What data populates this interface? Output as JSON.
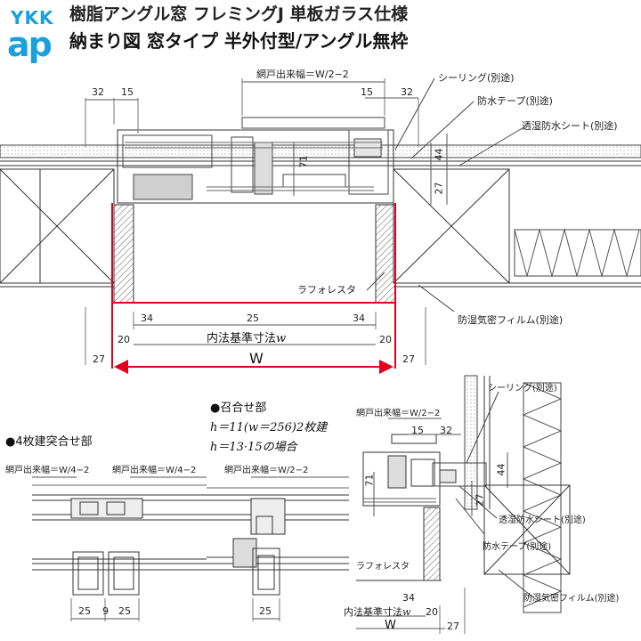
{
  "brand": {
    "logo_top": "YKK",
    "logo_bottom": "ap"
  },
  "header": {
    "line1": "樹脂アングル窓 フレミングJ 単板ガラス仕様",
    "line2": "納まり図 窓タイプ 半外付型/アングル無枠"
  },
  "main_section": {
    "dims_top": {
      "d32_left": "32",
      "d15_left": "15",
      "d15_right": "15",
      "d32_right": "32"
    },
    "screen_width": "網戸出来幅＝W/2−2",
    "dims_side": {
      "d71": "71",
      "d44": "44",
      "d27": "27"
    },
    "labels": {
      "sealing": "シーリング(別途)",
      "waterproof_tape": "防水テープ(別途)",
      "breathable_sheet": "透湿防水シート(別途)",
      "lath_board": "ラフォレスタ",
      "vapor_film": "防湿気密フィルム(別途)"
    },
    "dims_bottom": {
      "d34_left": "34",
      "d25": "25",
      "d34_right": "34",
      "d20_left": "20",
      "d20_right": "20",
      "inner_std": "内法基準寸法",
      "inner_std_var": "w",
      "d27_left": "27",
      "d27_right": "27",
      "W": "W"
    }
  },
  "section_4panel": {
    "title": "●4枚建突合せ部",
    "screen_width_a": "網戸出来幅＝W/4−2",
    "screen_width_b": "網戸出来幅＝W/4−2",
    "dims": {
      "d25_left": "25",
      "d9": "9",
      "d25_right": "25"
    }
  },
  "section_meeting": {
    "title": "●召合せ部",
    "line1": "h＝11(w＝256)2枚建",
    "line2": "h＝13·15の場合",
    "screen_width": "網戸出来幅＝W/2−2",
    "dims": {
      "d25": "25"
    }
  },
  "section_detail": {
    "sealing": "シーリング(別途)",
    "screen_width": "網戸出来幅＝W/2−2",
    "d15": "15",
    "d32": "32",
    "d71": "71",
    "d44": "44",
    "d27a": "27",
    "breathable_sheet": "透湿防水シート(別途)",
    "waterproof_tape": "防水テープ(別途)",
    "lath_board": "ラフォレスタ",
    "vapor_film": "防湿気密フィルム(別途)",
    "d34": "34",
    "inner_std": "内法基準寸法",
    "inner_std_var": "w",
    "d20": "20",
    "W": "W",
    "d27b": "27"
  },
  "colors": {
    "brand": "#1aa0dc",
    "red_dim": "#e0001b",
    "line": "#333333",
    "hatch": "#666666"
  }
}
